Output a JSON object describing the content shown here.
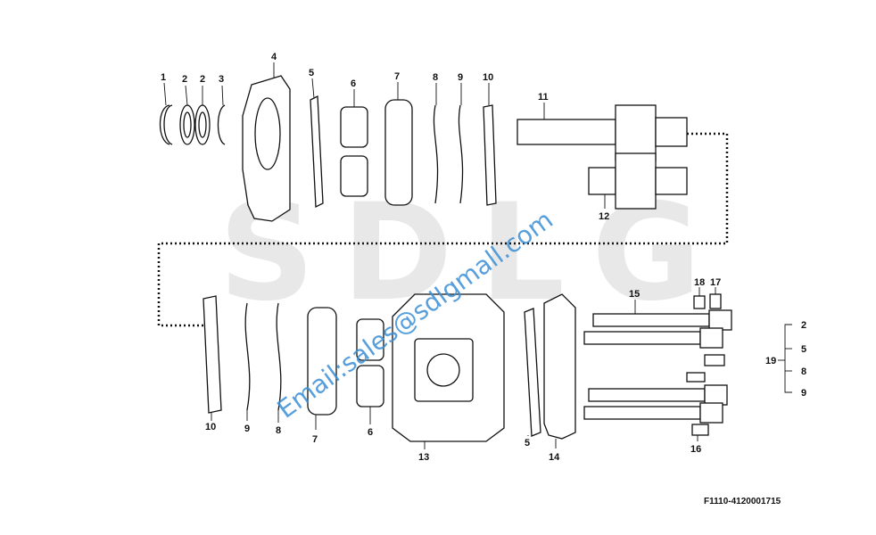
{
  "diagram": {
    "drawing_code": "F1110-4120001715",
    "watermark_logo": "SDLG",
    "watermark_email": "Email:sales@sdlgmall.com",
    "colors": {
      "line": "#111111",
      "watermark_blue": "#3a8fd6",
      "logo_grey": "#d9d9d9"
    },
    "top_labels": {
      "p1": "1",
      "p2a": "2",
      "p2b": "2",
      "p3": "3",
      "p4": "4",
      "p5": "5",
      "p6": "6",
      "p7": "7",
      "p8": "8",
      "p9": "9",
      "p10": "10",
      "p11": "11",
      "p12": "12"
    },
    "bottom_labels": {
      "p10": "10",
      "p9": "9",
      "p8": "8",
      "p7": "7",
      "p6": "6",
      "p13": "13",
      "p5": "5",
      "p14": "14",
      "p15": "15",
      "p16": "16",
      "p17": "17",
      "p18": "18"
    },
    "kit": {
      "id": "19",
      "items": [
        "2",
        "5",
        "8",
        "9"
      ]
    }
  }
}
